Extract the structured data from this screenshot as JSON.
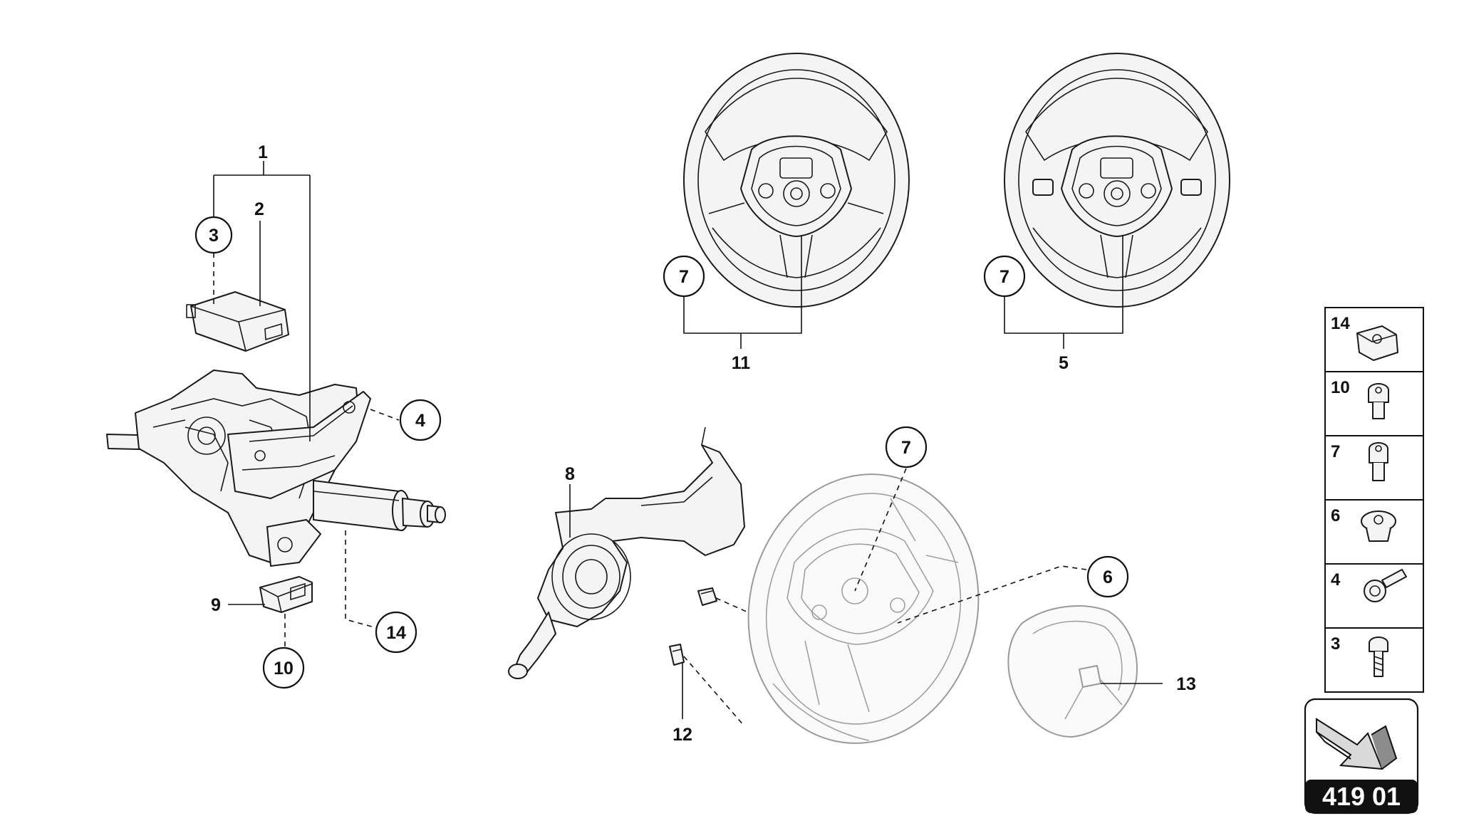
{
  "callouts": {
    "c1": "1",
    "c2": "2",
    "c3": "3",
    "c4": "4",
    "c5": "5",
    "c6": "6",
    "c7a": "7",
    "c7b": "7",
    "c7c": "7",
    "c8": "8",
    "c9": "9",
    "c10": "10",
    "c11": "11",
    "c12": "12",
    "c13": "13",
    "c14": "14"
  },
  "legend": {
    "items": [
      "14",
      "10",
      "7",
      "6",
      "4",
      "3"
    ]
  },
  "page_number": "419 01",
  "colors": {
    "line": "#111111",
    "light_line": "#9a9a9a",
    "badge": "#111111"
  },
  "icons": [
    "steering-column",
    "steering-wheel",
    "airbag",
    "clip-nut",
    "bolt",
    "screw",
    "direction-arrow-icon"
  ]
}
